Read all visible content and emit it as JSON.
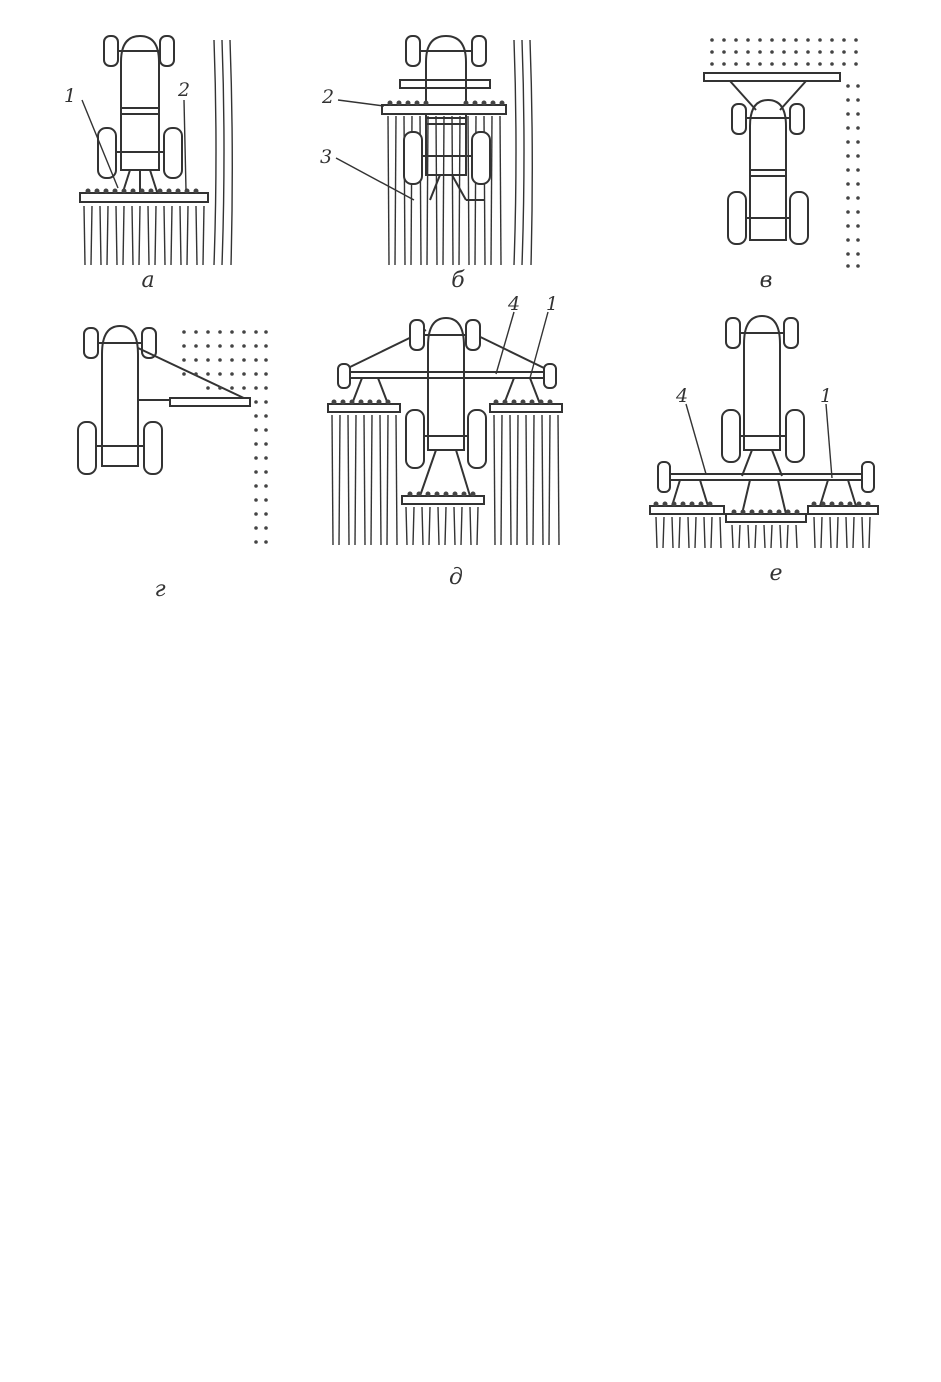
{
  "figure": {
    "panels": [
      {
        "id": "a",
        "caption": "а"
      },
      {
        "id": "b",
        "caption": "б"
      },
      {
        "id": "v",
        "caption": "в"
      },
      {
        "id": "g",
        "caption": "г"
      },
      {
        "id": "d",
        "caption": "д"
      },
      {
        "id": "e",
        "caption": "е"
      }
    ],
    "callouts": {
      "a_1": "1",
      "a_2": "2",
      "b_2": "2",
      "b_3": "3",
      "d_4": "4",
      "d_1": "1",
      "e_4": "4",
      "e_1": "1"
    }
  }
}
